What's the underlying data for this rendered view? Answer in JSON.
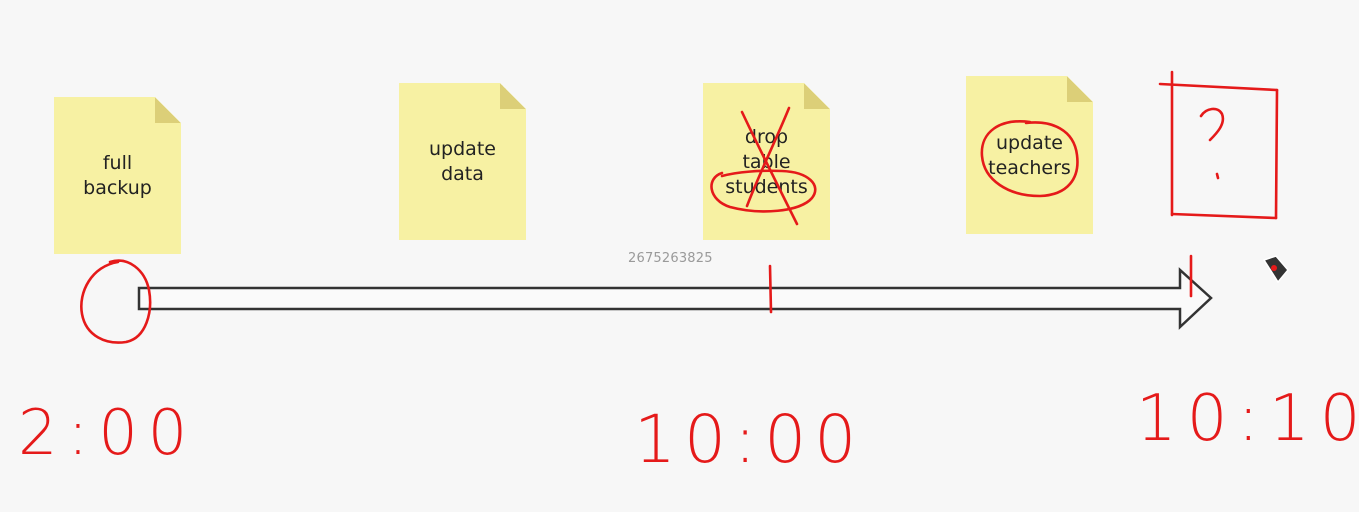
{
  "notes": [
    {
      "text": "full\nbackup"
    },
    {
      "text": "update\ndata"
    },
    {
      "text": "drop\ntable\nstudents"
    },
    {
      "text": "update\nteachers"
    }
  ],
  "watermark": "2675263825",
  "times": [
    "2:00",
    "10:00",
    "10:10"
  ],
  "handwritten_mark": "?",
  "colors": {
    "note": "#f7f1a3",
    "ink": "#e51a1a",
    "arrow": "#333333",
    "background": "#f7f7f7"
  }
}
